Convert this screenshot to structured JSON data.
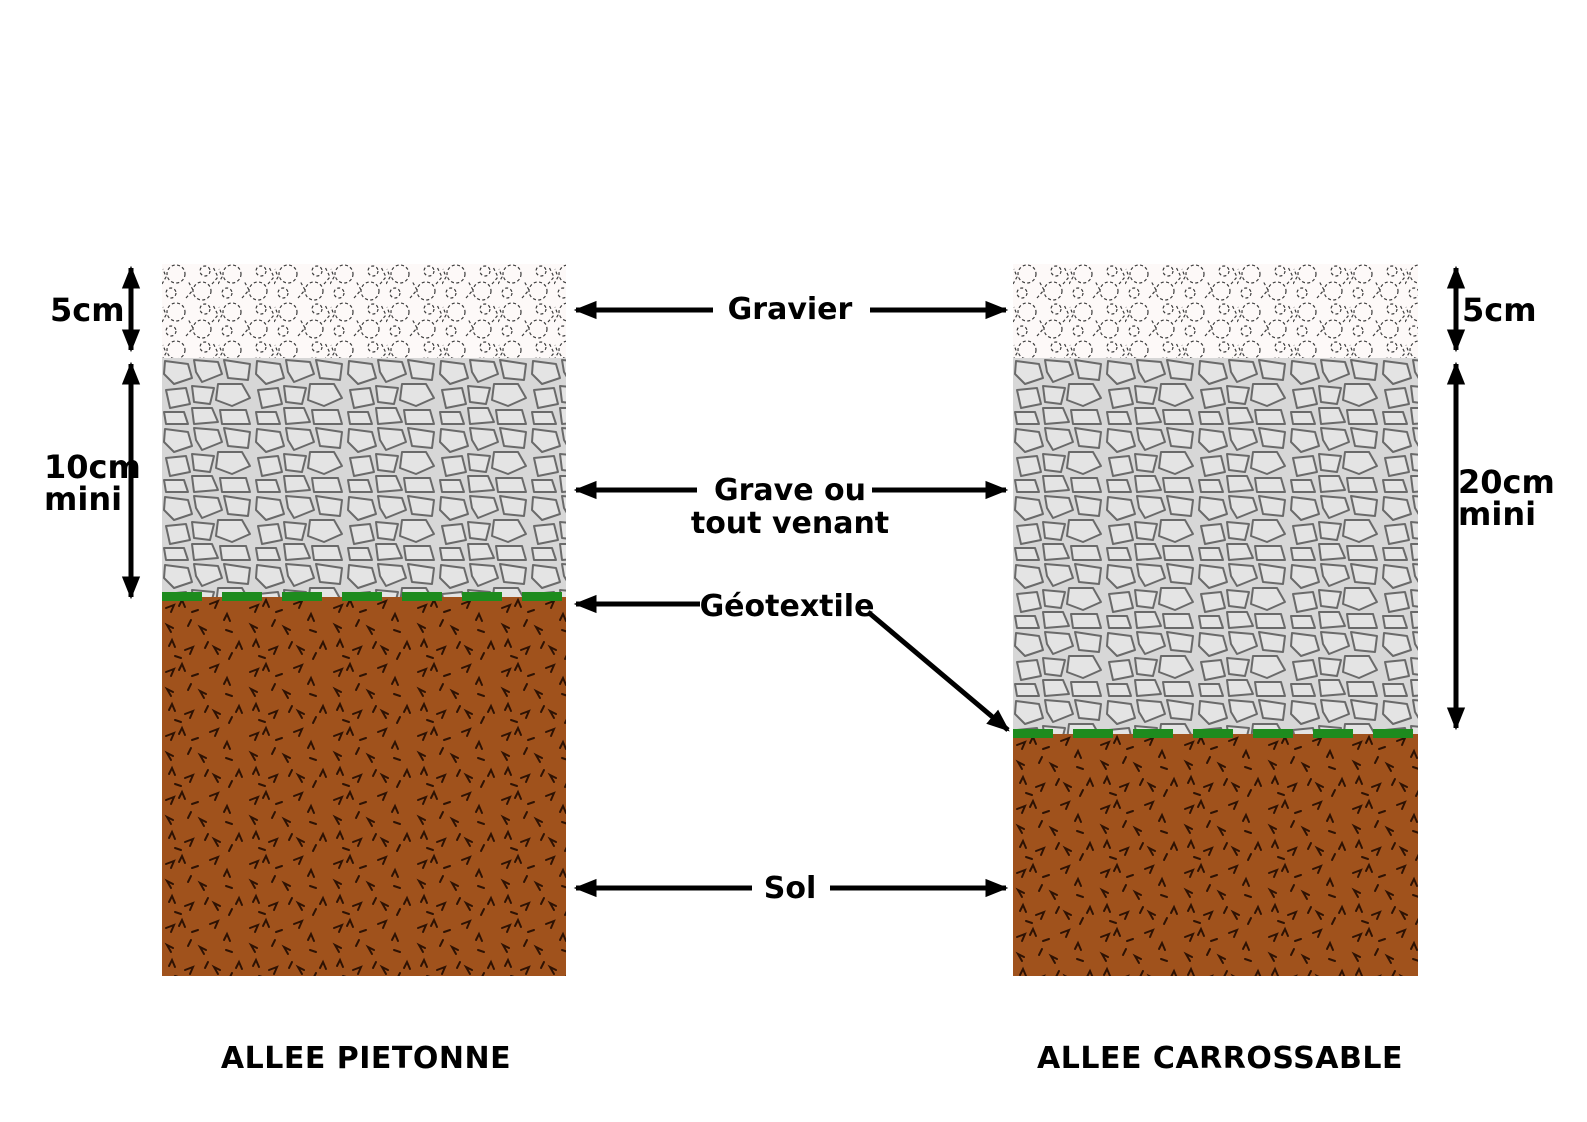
{
  "colors": {
    "background": "#ffffff",
    "soil_brown": "#a0521c",
    "soil_marks": "#2e1203",
    "grave_stone_fill": "#e4e4e4",
    "grave_stone_gap": "#d7d7d7",
    "grave_stone_outline": "#6a6a6a",
    "gravel_background": "#fdf9f8",
    "gravel_outline": "#3c3c3c",
    "geotextile_green": "#1e8b1e",
    "arrows_and_text": "#000000"
  },
  "center_labels": {
    "gravier": "Gravier",
    "grave_line1": "Grave ou",
    "grave_line2": "tout venant",
    "geotextile": "Géotextile",
    "sol": "Sol"
  },
  "left_profile": {
    "title": "ALLEE PIETONNE",
    "gravel_depth": "5cm",
    "base_depth_line1": "10cm",
    "base_depth_line2": "mini"
  },
  "right_profile": {
    "title": "ALLEE CARROSSABLE",
    "gravel_depth": "5cm",
    "base_depth_line1": "20cm",
    "base_depth_line2": "mini"
  }
}
